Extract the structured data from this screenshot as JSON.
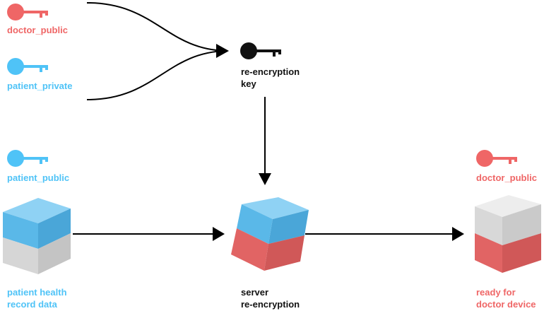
{
  "colors": {
    "doctor": "#ef6666",
    "patient": "#4fc3f7",
    "rekey": "#111111",
    "arrow": "#000000"
  },
  "keys": {
    "doctor_public_top": {
      "label": "doctor_public",
      "icon": "key-icon",
      "color": "#ef6666"
    },
    "patient_private": {
      "label": "patient_private",
      "icon": "key-icon",
      "color": "#4fc3f7"
    },
    "patient_public": {
      "label": "patient_public",
      "icon": "key-icon",
      "color": "#4fc3f7"
    },
    "reencryption_key": {
      "label_line1": "re-encryption",
      "label_line2": "key",
      "icon": "key-icon",
      "color": "#111111"
    },
    "doctor_public_right": {
      "label": "doctor_public",
      "icon": "key-icon",
      "color": "#ef6666"
    }
  },
  "nodes": {
    "patient_data": {
      "label_line1": "patient health",
      "label_line2": "record data",
      "icon": "cube-icon"
    },
    "server": {
      "label_line1": "server",
      "label_line2": "re-encryption",
      "icon": "cube-icon"
    },
    "doctor_device": {
      "label_line1": "ready for",
      "label_line2": "doctor device",
      "icon": "cube-icon"
    }
  }
}
